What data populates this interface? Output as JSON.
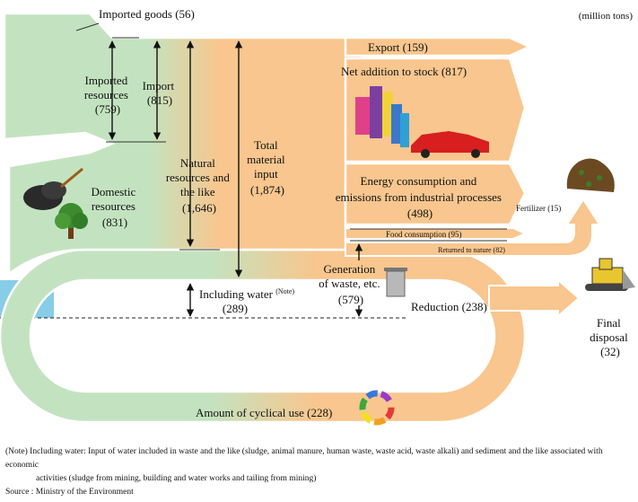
{
  "unit": "(million tons)",
  "inputs": {
    "imported_goods": "Imported goods (56)",
    "imported_resources": [
      "Imported",
      "resources",
      "(759)"
    ],
    "import": [
      "Import",
      "(815)"
    ],
    "natural_resources": [
      "Natural",
      "resources and",
      "the like",
      "(1,646)"
    ],
    "total_material_input": [
      "Total",
      "material",
      "input",
      "(1,874)"
    ],
    "domestic_resources": [
      "Domestic",
      "resources",
      "(831)"
    ],
    "including_water": "Including water",
    "including_water_sup": "(Note)",
    "including_water_value": "(289)"
  },
  "outputs": {
    "export": "Export (159)",
    "net_addition": "Net addition to stock (817)",
    "energy": [
      "Energy consumption and",
      "emissions from industrial processes",
      "(498)"
    ],
    "fertilizer": "Fertilizer (15)",
    "food_consumption": "Food consumption (95)",
    "returned_to_nature": "Returned to nature (82)",
    "generation_of_waste": [
      "Generation",
      "of waste, etc.",
      "(579)"
    ],
    "reduction": "Reduction (238)",
    "final_disposal": [
      "Final",
      "disposal",
      "(32)"
    ],
    "cyclical_use": "Amount of cyclical use (228)"
  },
  "footnote": {
    "line1": "(Note) Including water: Input of water included in waste and the like (sludge, animal manure, human waste, waste acid, waste alkali) and sediment and the like associated with economic",
    "line2": "activities (sludge from mining, building and water works and tailing from mining)",
    "source": "Source : Ministry of the Environment"
  },
  "colors": {
    "input_green": "#c3e3c0",
    "output_orange": "#f8c68e",
    "water_blue": "#87cde8",
    "outline": "#ffffff"
  }
}
